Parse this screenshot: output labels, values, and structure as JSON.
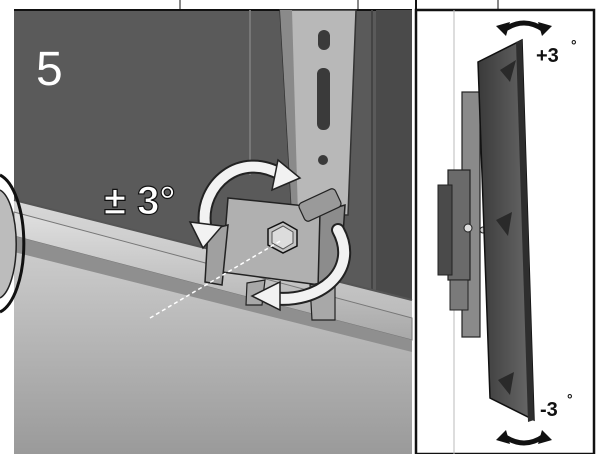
{
  "main_panel": {
    "step_number": "5",
    "tilt_label": "± 3°"
  },
  "side_panel": {
    "top_label": "+3",
    "bottom_label": "-3",
    "degree_mark": "°"
  },
  "colors": {
    "panel_bg": "#565656",
    "light_gray": "#c9c9c9",
    "dark": "#1a1a1a",
    "frame": "#111111"
  }
}
